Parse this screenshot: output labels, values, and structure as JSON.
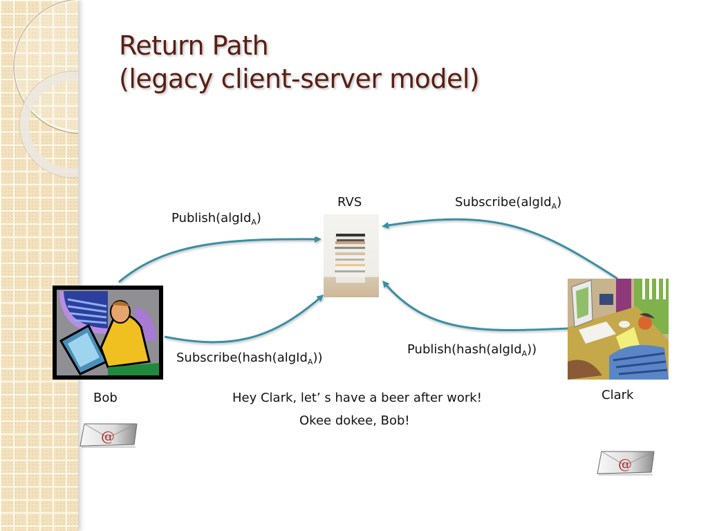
{
  "slide": {
    "title_line1": "Return Path",
    "title_line2": "(legacy client-server model)",
    "colors": {
      "title": "#5a1e14",
      "arrow": "#3a8ea3",
      "sidebar": "#f3e2bf"
    }
  },
  "nodes": {
    "rvs": {
      "label": "RVS",
      "icon": "stack-of-books-icon"
    },
    "bob": {
      "label": "Bob",
      "icon": "man-at-laptop-clipart"
    },
    "clark": {
      "label": "Clark",
      "icon": "man-at-desk-clipart"
    }
  },
  "edges": {
    "bob_publish": {
      "prefix": "Publish(algId",
      "sub": "A",
      "suffix": ")",
      "from": "Bob",
      "to": "RVS"
    },
    "clark_subscribe": {
      "prefix": "Subscribe(algId",
      "sub": "A",
      "suffix": ")",
      "from": "Clark",
      "to": "RVS"
    },
    "bob_subscribe_hash": {
      "prefix": "Subscribe(hash(algId",
      "sub": "A",
      "suffix": "))",
      "from": "Bob",
      "to": "RVS"
    },
    "clark_publish_hash": {
      "prefix": "Publish(hash(algId",
      "sub": "A",
      "suffix": "))",
      "from": "Clark",
      "to": "RVS"
    }
  },
  "messages": {
    "line1": "Hey Clark, let’ s have a beer after work!",
    "line2": "Okee dokee, Bob!"
  },
  "icons": {
    "bob_envelope": "email-envelope-icon",
    "clark_envelope": "email-envelope-icon"
  }
}
